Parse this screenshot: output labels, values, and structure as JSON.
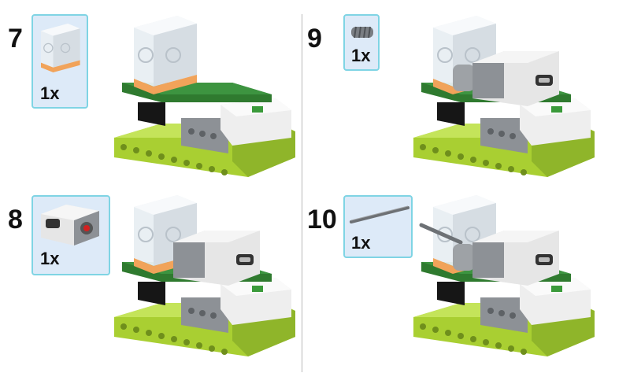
{
  "steps": [
    {
      "number": "7",
      "quantity": "1x",
      "part": "transparent-brick-icon"
    },
    {
      "number": "8",
      "quantity": "1x",
      "part": "motor-icon"
    },
    {
      "number": "9",
      "quantity": "1x",
      "part": "worm-gear-icon"
    },
    {
      "number": "10",
      "quantity": "1x",
      "part": "axle-icon"
    }
  ],
  "colors": {
    "lime": "#b6d83c",
    "dark_green": "#2f7a2f",
    "gray": "#8d9196",
    "white_part": "#f2f2f2",
    "callout_bg": "#ddeaf8",
    "callout_border": "#7fd4e4"
  }
}
